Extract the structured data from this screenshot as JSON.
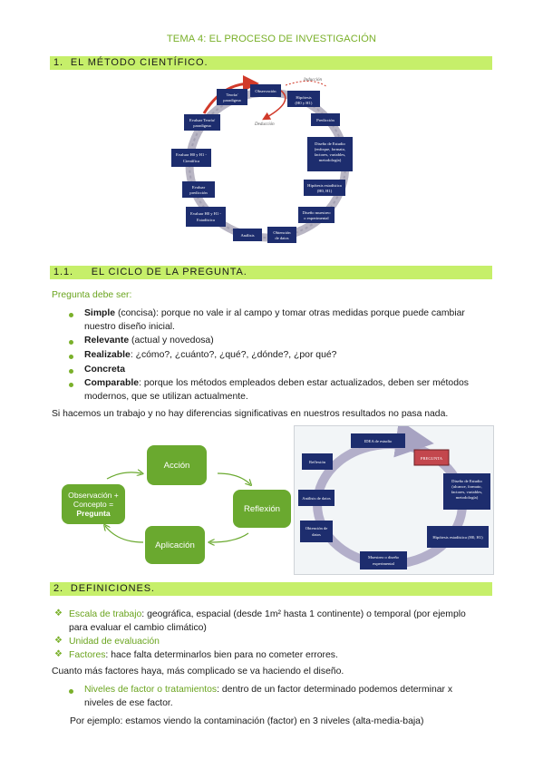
{
  "doc_title": "TEMA 4: EL PROCESO DE INVESTIGACIÓN",
  "section1": {
    "num": "1.",
    "title": "EL MÉTODO CIENTÍFICO."
  },
  "diagram1": {
    "induccion": "Inducción",
    "deduccion": "Deducción",
    "boxes": [
      "Observación",
      "Hipótesis (H0 y H1)",
      "Predicción",
      "Diseño de Estudio (enfoque, formato, factores, variables, metodología)",
      "Hipótesis estadística (H0, H1)",
      "Diseño muestreo o experimental",
      "Obtención de datos",
      "Análisis",
      "Evaluar H0 y H1 - Estadística",
      "Evaluar predicción",
      "Evaluar H0 y H1 - Científica",
      "Evaluar Teoría/ paradigma",
      "Teoría/ paradigma"
    ]
  },
  "section11": {
    "num": "1.1.",
    "title": "EL CICLO DE LA PREGUNTA."
  },
  "pregunta_heading": "Pregunta debe ser:",
  "bullets": [
    {
      "term": "Simple",
      "rest": " (concisa): porque no vale ir al campo y tomar otras medidas porque puede cambiar",
      "cont": "nuestro diseño inicial."
    },
    {
      "term": "Relevante",
      "rest": " (actual y novedosa)"
    },
    {
      "term": "Realizable",
      "rest": ": ¿cómo?, ¿cuánto?, ¿qué?, ¿dónde?, ¿por qué?"
    },
    {
      "term": "Concreta",
      "rest": ""
    },
    {
      "term": "Comparable",
      "rest": ": porque los métodos empleados deben estar actualizados, deben ser métodos",
      "cont": "modernos, que se utilizan actualmente."
    }
  ],
  "para1": "Si hacemos un trabajo y no hay diferencias significativas en nuestros resultados no pasa nada.",
  "cycle": {
    "accion": "Acción",
    "reflexion": "Reflexión",
    "aplicacion": "Aplicación",
    "obs_line1": "Observación +",
    "obs_line2": "Concepto =",
    "obs_line3": "Pregunta"
  },
  "diagram2": {
    "boxes": [
      "IDEA de estudio",
      "PREGUNTA",
      "Diseño de Estudio (alcance, formato, factores, variables, metodología)",
      "Hipótesis estadística (H0, H1)",
      "Muestreo o diseño experimental",
      "Obtención de datos",
      "Análisis de datos",
      "Reflexión"
    ]
  },
  "section2": {
    "num": "2.",
    "title": "DEFINICIONES."
  },
  "defs": [
    {
      "term": "Escala de trabajo",
      "rest": ": geográfica, espacial (desde 1m² hasta 1 continente) o temporal (por ejemplo",
      "cont": "para evaluar el cambio climático)"
    },
    {
      "term": "Unidad de evaluación",
      "rest": ""
    },
    {
      "term": "Factores",
      "rest": ": hace falta determinarlos bien para no cometer errores."
    }
  ],
  "para2": "Cuanto más factores haya, más complicado se va haciendo el diseño.",
  "niveles": {
    "term": "Niveles de factor o tratamientos",
    "rest": ": dentro de un factor determinado podemos determinar x",
    "cont": "niveles de ese factor."
  },
  "para3": "Por ejemplo: estamos viendo la contaminación (factor) en 3 niveles (alta-media-baja)"
}
